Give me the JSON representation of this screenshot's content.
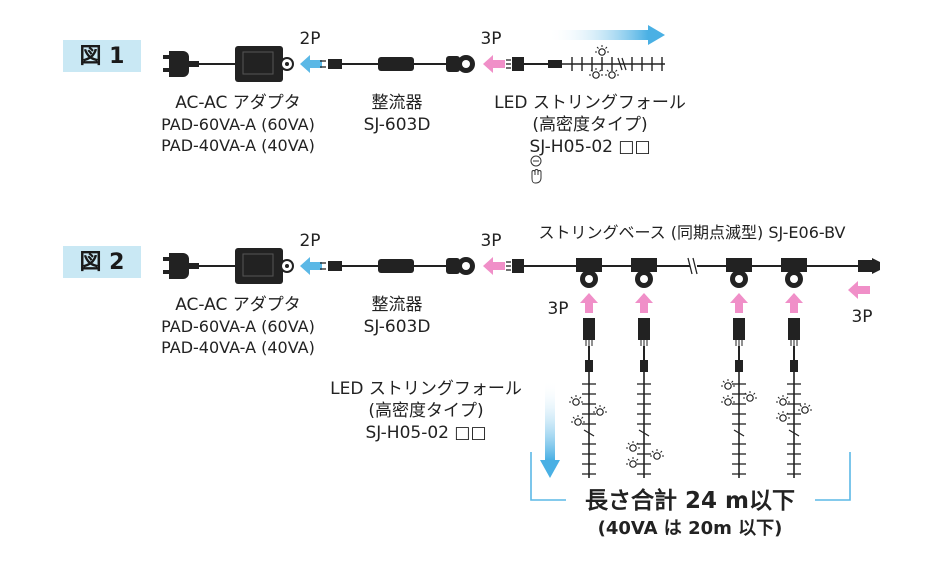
{
  "figure1": {
    "badge": "図 1",
    "adapter": {
      "name": "AC-AC アダプタ",
      "model1": "PAD-60VA-A (60VA)",
      "model2": "PAD-40VA-A (40VA)"
    },
    "rectifier": {
      "name": "整流器",
      "model": "SJ-603D"
    },
    "string_light": {
      "name": "LED ストリングフォール",
      "type": "(高密度タイプ)",
      "model": "SJ-H05-02 □□"
    },
    "connector_2p": "2P",
    "connector_3p": "3P"
  },
  "figure2": {
    "badge": "図 2",
    "adapter": {
      "name": "AC-AC アダプタ",
      "model1": "PAD-60VA-A (60VA)",
      "model2": "PAD-40VA-A (40VA)"
    },
    "rectifier": {
      "name": "整流器",
      "model": "SJ-603D"
    },
    "base": "ストリングベース (同期点滅型) SJ-E06-BV",
    "string_light": {
      "name": "LED ストリングフォール",
      "type": "(高密度タイプ)",
      "model": "SJ-H05-02 □□"
    },
    "connector_2p": "2P",
    "connector_3p_left": "3P",
    "connector_3p_drop": "3P",
    "connector_3p_right": "3P",
    "total_length": "長さ合計 24 m以下",
    "total_note": "(40VA は 20m 以下)"
  },
  "colors": {
    "badge": "#c9e8f4",
    "blue_arrow": "#5bb8e6",
    "pink_arrow": "#f08fc8",
    "bracket": "#5bb8e6"
  }
}
